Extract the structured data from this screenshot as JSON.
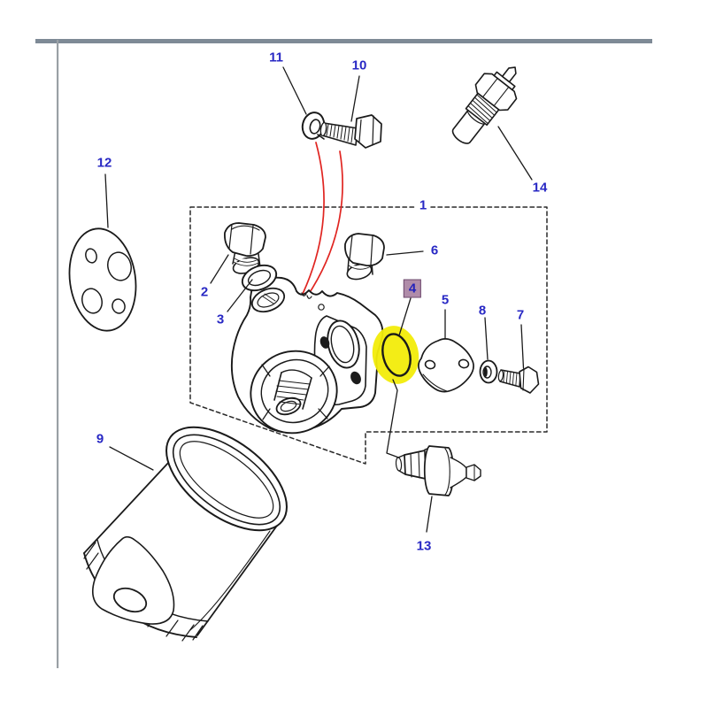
{
  "diagram": {
    "parts": [
      {
        "num": "1"
      },
      {
        "num": "2"
      },
      {
        "num": "3"
      },
      {
        "num": "4"
      },
      {
        "num": "5"
      },
      {
        "num": "6"
      },
      {
        "num": "7"
      },
      {
        "num": "8"
      },
      {
        "num": "9"
      },
      {
        "num": "10"
      },
      {
        "num": "11"
      },
      {
        "num": "12"
      },
      {
        "num": "13"
      },
      {
        "num": "14"
      }
    ],
    "highlight": {
      "highlighted_part": "4",
      "ring_highlight_color": "#f2ec0a",
      "label_box_color": "#b08ca9"
    },
    "colors": {
      "label_blue": "#2828c4",
      "leader_red": "#e02521",
      "line_art": "#1a1a1a",
      "frame_bar_gray": "#7e8a96",
      "frame_line_gray": "#9aa0a5"
    }
  }
}
